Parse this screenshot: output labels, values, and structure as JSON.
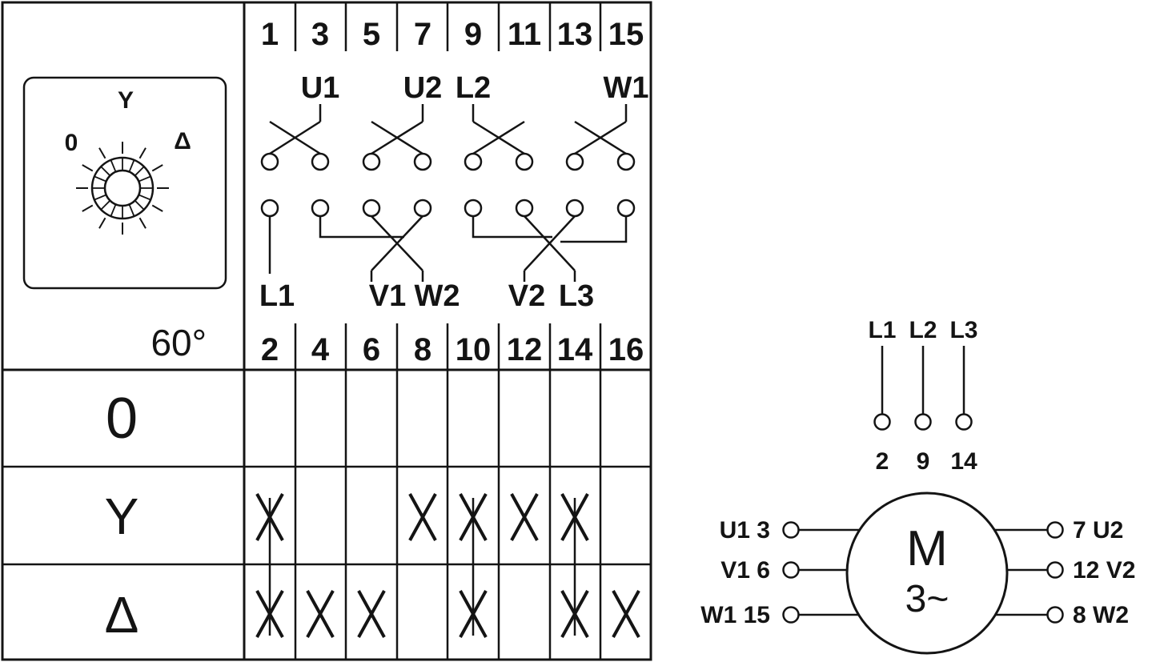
{
  "switch_panel": {
    "angle_label": "60°",
    "dial": {
      "pos_left": "0",
      "pos_top": "Y",
      "pos_right": "Δ"
    },
    "top_terminals": [
      "1",
      "3",
      "5",
      "7",
      "9",
      "11",
      "13",
      "15"
    ],
    "bottom_terminals": [
      "2",
      "4",
      "6",
      "8",
      "10",
      "12",
      "14",
      "16"
    ],
    "top_wire_labels": [
      {
        "text": "U1"
      },
      {
        "text": "U2"
      },
      {
        "text": "L2"
      },
      {
        "text": "W1"
      }
    ],
    "bottom_wire_labels": [
      {
        "text": "L1"
      },
      {
        "text": "V1"
      },
      {
        "text": "W2"
      },
      {
        "text": "V2"
      },
      {
        "text": "L3"
      }
    ],
    "table": {
      "rows": [
        {
          "label": "0",
          "marks": []
        },
        {
          "label": "Y",
          "marks": [
            2,
            8,
            10,
            12,
            14
          ]
        },
        {
          "label": "Δ",
          "marks": [
            2,
            4,
            6,
            10,
            14,
            16
          ]
        }
      ],
      "linked_columns": [
        2,
        10,
        14
      ]
    }
  },
  "motor_diagram": {
    "supply": [
      {
        "line": "L1",
        "terminal": "2"
      },
      {
        "line": "L2",
        "terminal": "9"
      },
      {
        "line": "L3",
        "terminal": "14"
      }
    ],
    "motor_label": "M",
    "motor_phase": "3~",
    "left_terminals": [
      "U1 3",
      "V1 6",
      "W1 15"
    ],
    "right_terminals": [
      "7 U2",
      "12 V2",
      "8 W2"
    ]
  }
}
